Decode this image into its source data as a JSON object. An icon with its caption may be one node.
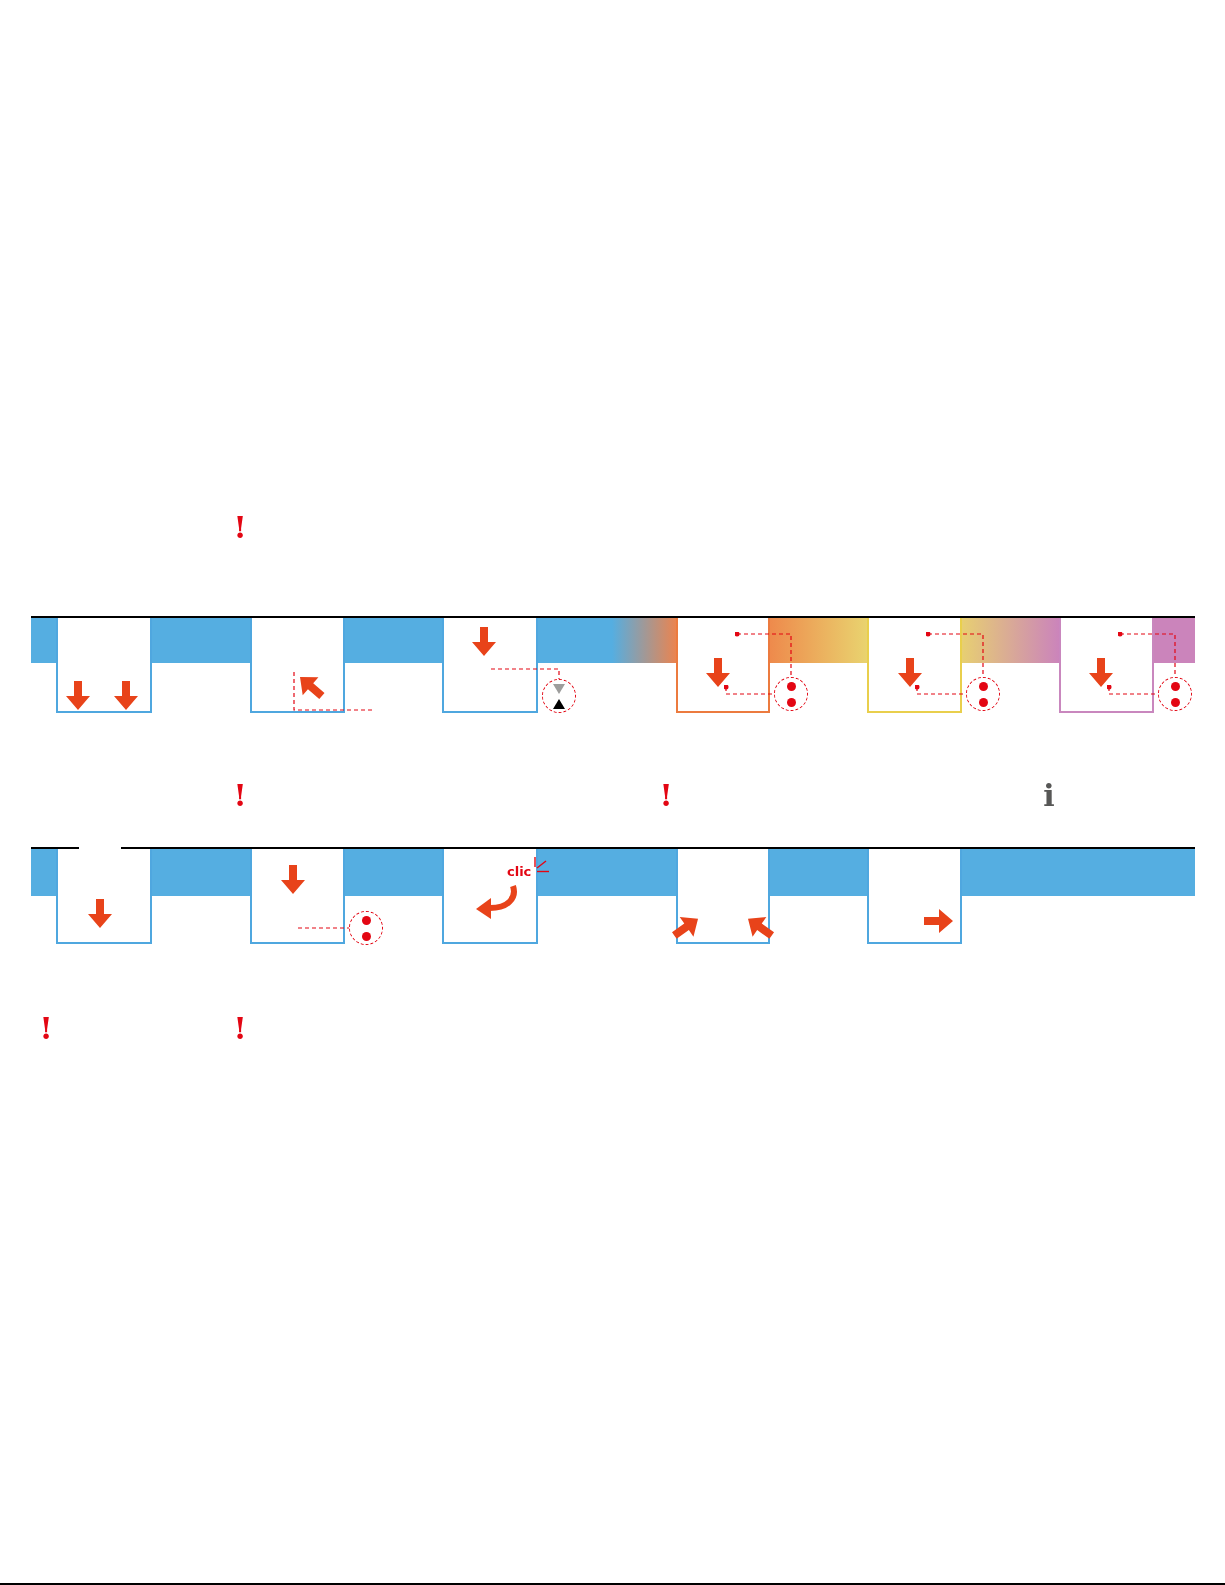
{
  "diagram": {
    "nodes": [
      {
        "text": [],
        "shape": "box"
      },
      {
        "text": [],
        "shape": "box"
      },
      {
        "text": [],
        "shape": "box"
      },
      {
        "text": [],
        "shape": "circle"
      },
      {
        "text": [],
        "shape": "box"
      },
      {
        "text": [],
        "shape": "circle"
      },
      {
        "text": [],
        "shape": "box"
      },
      {
        "text": [],
        "shape": "circle"
      },
      {
        "text": [],
        "shape": "box"
      },
      {
        "text": [],
        "shape": "circle"
      },
      {
        "text": [],
        "shape": "box"
      },
      {
        "text": [],
        "shape": "box"
      },
      {
        "text": [],
        "shape": "circle"
      },
      {
        "text": [
          "clic"
        ]
      },
      {
        "text": [],
        "shape": "box"
      },
      {
        "text": [],
        "shape": "box"
      }
    ],
    "edges": [
      {
        "from": 1,
        "to": null,
        "arrow": "none",
        "style": "dashed"
      },
      {
        "from": 2,
        "to": 3,
        "arrow": "none",
        "style": "dashed"
      },
      {
        "from": 4,
        "to": 5,
        "arrow": "other",
        "style": "dashed"
      },
      {
        "from": 4,
        "to": 5,
        "arrow": "other",
        "style": "dashed"
      },
      {
        "from": 6,
        "to": 7,
        "arrow": "other",
        "style": "dashed"
      },
      {
        "from": 6,
        "to": 7,
        "arrow": "other",
        "style": "dashed"
      },
      {
        "from": 8,
        "to": 9,
        "arrow": "other",
        "style": "dashed"
      },
      {
        "from": 8,
        "to": 9,
        "arrow": "other",
        "style": "dashed"
      },
      {
        "from": 11,
        "to": 12,
        "arrow": "none",
        "style": "dashed"
      }
    ],
    "labels": [
      "!",
      "!",
      "!",
      "i",
      "!",
      "!"
    ]
  }
}
